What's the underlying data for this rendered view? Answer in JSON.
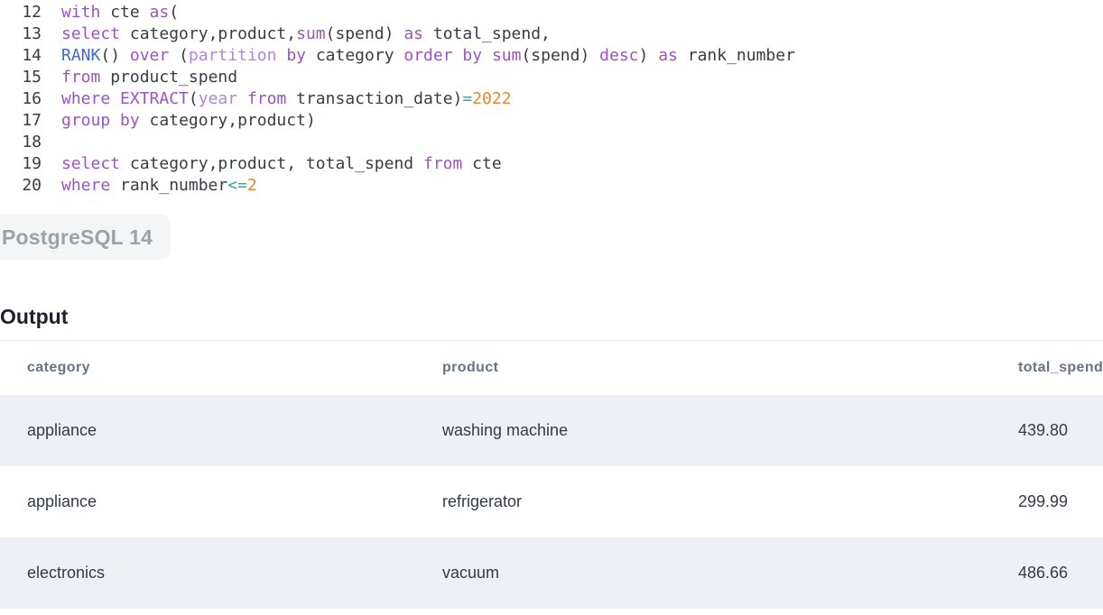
{
  "colors": {
    "keyword": "#9d53c3",
    "keyword_light": "#b286d8",
    "function": "#4668c5",
    "operator": "#2fa8a0",
    "number": "#e8872e",
    "code_text": "#383c44",
    "badge_bg": "#f3f5f7",
    "badge_text": "#9aa2ab",
    "heading_text": "#1a202c",
    "divider": "#e4e7ec",
    "table_header_text": "#64748b",
    "row_alt_bg": "#edf1f5",
    "cell_text": "#333b47"
  },
  "editor": {
    "language": "PostgreSQL",
    "lines": [
      {
        "no": "12",
        "tokens": [
          [
            "kw",
            "with"
          ],
          [
            "d",
            " cte "
          ],
          [
            "kw",
            "as"
          ],
          [
            "d",
            "("
          ]
        ]
      },
      {
        "no": "13",
        "tokens": [
          [
            "kw",
            "select"
          ],
          [
            "d",
            " category,product,"
          ],
          [
            "kw",
            "sum"
          ],
          [
            "d",
            "(spend) "
          ],
          [
            "kw",
            "as"
          ],
          [
            "d",
            " total_spend,"
          ]
        ]
      },
      {
        "no": "14",
        "tokens": [
          [
            "fn",
            "RANK"
          ],
          [
            "d",
            "() "
          ],
          [
            "kw",
            "over"
          ],
          [
            "d",
            " ("
          ],
          [
            "kw2",
            "partition"
          ],
          [
            "d",
            " "
          ],
          [
            "kw",
            "by"
          ],
          [
            "d",
            " category "
          ],
          [
            "kw",
            "order"
          ],
          [
            "d",
            " "
          ],
          [
            "kw",
            "by"
          ],
          [
            "d",
            " "
          ],
          [
            "kw",
            "sum"
          ],
          [
            "d",
            "(spend) "
          ],
          [
            "kw",
            "desc"
          ],
          [
            "d",
            ") "
          ],
          [
            "kw",
            "as"
          ],
          [
            "d",
            " rank_number"
          ]
        ]
      },
      {
        "no": "15",
        "tokens": [
          [
            "kw",
            "from"
          ],
          [
            "d",
            " product_spend"
          ]
        ]
      },
      {
        "no": "16",
        "tokens": [
          [
            "kw",
            "where"
          ],
          [
            "d",
            " "
          ],
          [
            "kw",
            "EXTRACT"
          ],
          [
            "d",
            "("
          ],
          [
            "kw2",
            "year"
          ],
          [
            "d",
            " "
          ],
          [
            "kw",
            "from"
          ],
          [
            "d",
            " transaction_date)"
          ],
          [
            "op",
            "="
          ],
          [
            "num",
            "2022"
          ]
        ]
      },
      {
        "no": "17",
        "tokens": [
          [
            "kw",
            "group"
          ],
          [
            "d",
            " "
          ],
          [
            "kw",
            "by"
          ],
          [
            "d",
            " category,product)"
          ]
        ]
      },
      {
        "no": "18",
        "tokens": []
      },
      {
        "no": "19",
        "tokens": [
          [
            "kw",
            "select"
          ],
          [
            "d",
            " category,product, total_spend "
          ],
          [
            "kw",
            "from"
          ],
          [
            "d",
            " cte"
          ]
        ]
      },
      {
        "no": "20",
        "tokens": [
          [
            "kw",
            "where"
          ],
          [
            "d",
            " rank_number"
          ],
          [
            "op",
            "<="
          ],
          [
            "num",
            "2"
          ]
        ]
      }
    ]
  },
  "badge": {
    "label": "PostgreSQL 14"
  },
  "output": {
    "title": "Output",
    "columns": [
      {
        "key": "category",
        "label": "category"
      },
      {
        "key": "product",
        "label": "product"
      },
      {
        "key": "total_spend",
        "label": "total_spend"
      }
    ],
    "rows": [
      {
        "category": "appliance",
        "product": "washing machine",
        "total_spend": "439.80"
      },
      {
        "category": "appliance",
        "product": "refrigerator",
        "total_spend": "299.99"
      },
      {
        "category": "electronics",
        "product": "vacuum",
        "total_spend": "486.66"
      }
    ]
  }
}
